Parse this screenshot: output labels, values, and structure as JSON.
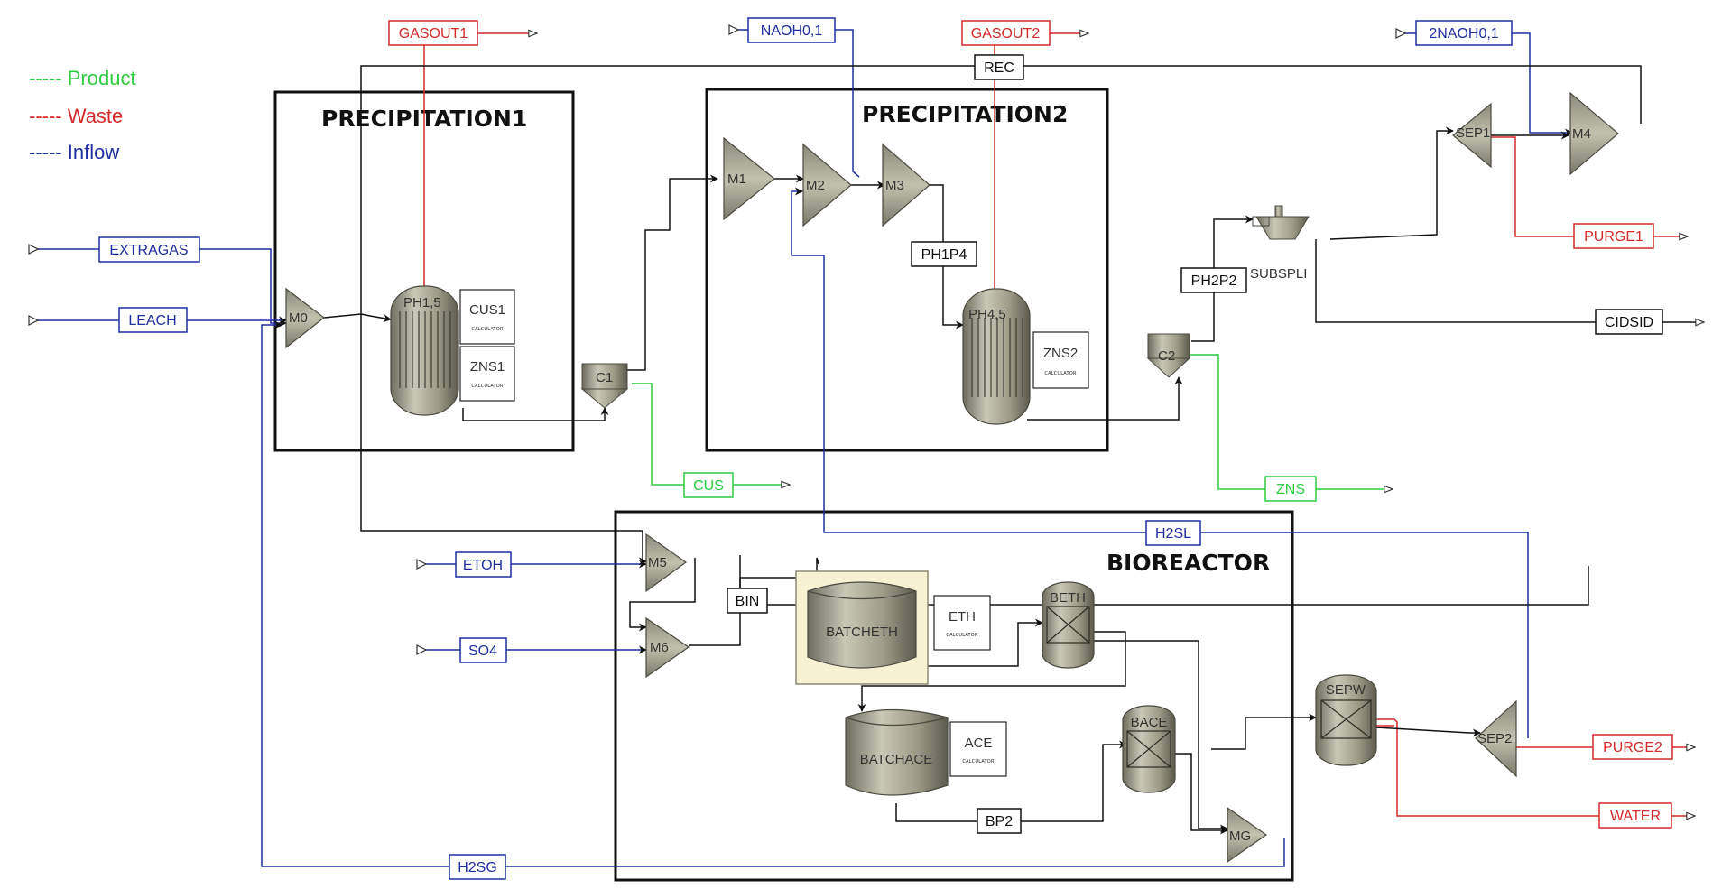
{
  "colors": {
    "product": "#2ecc40",
    "waste": "#d42a2a",
    "inflow": "#1f2ea0",
    "internal": "#111111",
    "equipment_fill": "#a7a493",
    "equipment_dark": "#5f5d50",
    "highlight_bg": "#f7f3d2"
  },
  "legend": [
    {
      "key": "product",
      "text": "----- Product"
    },
    {
      "key": "waste",
      "text": "----- Waste"
    },
    {
      "key": "inflow",
      "text": "----- Inflow"
    }
  ],
  "sections": {
    "precipitation1": "PRECIPITATION1",
    "precipitation2": "PRECIPITATION2",
    "bioreactor": "BIOREACTOR"
  },
  "calc_sublabel": "CALCULATOR",
  "streams": {
    "gasout1": "GASOUT1",
    "naoh01": "NAOH0,1",
    "gasout2": "GASOUT2",
    "rec": "REC",
    "naoh201": "2NAOH0,1",
    "extragas": "EXTRAGAS",
    "leach": "LEACH",
    "ph1p4": "PH1P4",
    "ph2p2": "PH2P2",
    "purge1": "PURGE1",
    "cidsid": "CIDSID",
    "cus": "CUS",
    "zns": "ZNS",
    "h2sl": "H2SL",
    "etoh": "ETOH",
    "so4": "SO4",
    "bin": "BIN",
    "bp2": "BP2",
    "purge2": "PURGE2",
    "water": "WATER",
    "h2sg": "H2SG"
  },
  "blocks": {
    "m0": "M0",
    "m1": "M1",
    "m2": "M2",
    "m3": "M3",
    "m4": "M4",
    "m5": "M5",
    "m6": "M6",
    "mg": "MG",
    "sep1": "SEP1",
    "sep2": "SEP2",
    "c1": "C1",
    "c2": "C2",
    "subspli": "SUBSPLI",
    "ph15": "PH1,5",
    "ph45": "PH4,5",
    "cus1": "CUS1",
    "zns1": "ZNS1",
    "zns2": "ZNS2",
    "eth": "ETH",
    "ace": "ACE",
    "batcheth": "BATCHETH",
    "batchace": "BATCHACE",
    "beth": "BETH",
    "bace": "BACE",
    "sepw": "SEPW"
  }
}
